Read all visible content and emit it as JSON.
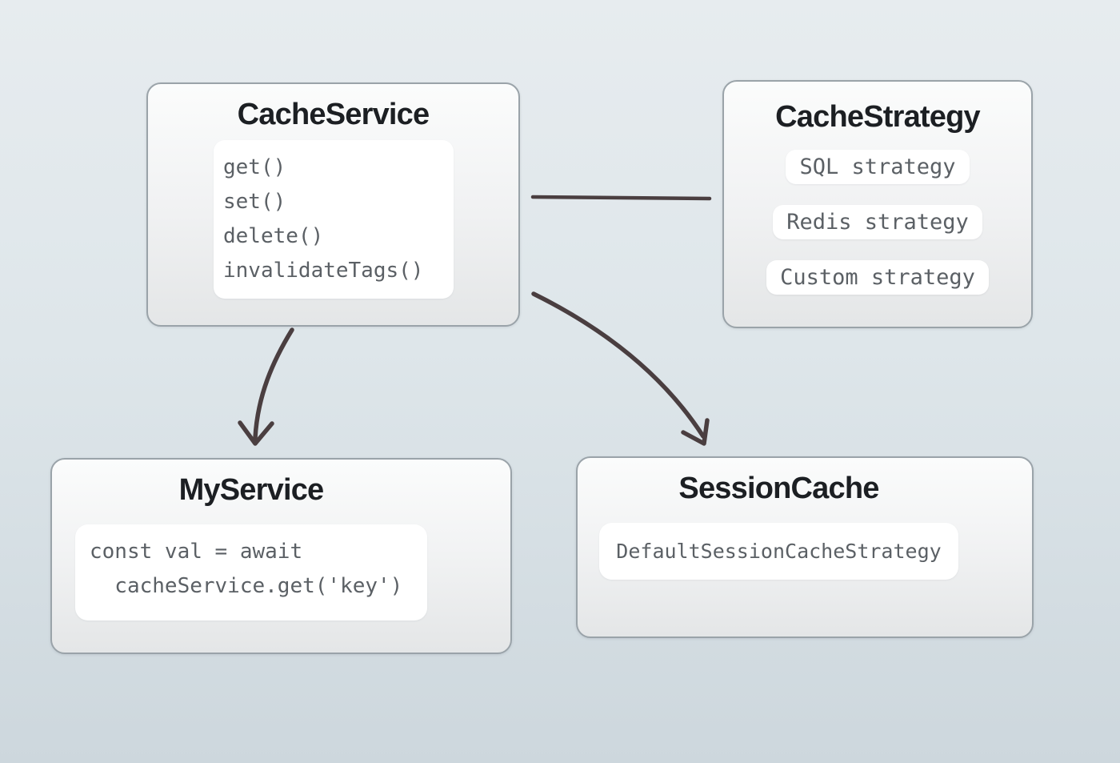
{
  "nodes": {
    "cache_service": {
      "title": "CacheService",
      "methods": [
        "get()",
        "set()",
        "delete()",
        "invalidateTags()"
      ]
    },
    "cache_strategy": {
      "title": "CacheStrategy",
      "strategies": [
        "SQL strategy",
        "Redis strategy",
        "Custom strategy"
      ]
    },
    "my_service": {
      "title": "MyService",
      "code_lines": [
        "const val = await",
        "  cacheService.get('key')"
      ]
    },
    "session_cache": {
      "title": "SessionCache",
      "strategy_label": "DefaultSessionCacheStrategy"
    }
  },
  "edges": [
    {
      "from": "CacheService",
      "to": "CacheStrategy",
      "shape": "straight-line",
      "arrowhead": false
    },
    {
      "from": "CacheService",
      "to": "MyService",
      "shape": "curved",
      "arrowhead": true
    },
    {
      "from": "CacheService",
      "to": "SessionCache",
      "shape": "curved",
      "arrowhead": true
    }
  ],
  "colors": {
    "background_top": "#e7ecef",
    "background_bottom": "#cdd7dd",
    "node_border": "#9aa3a9",
    "node_fill_top": "#fbfcfc",
    "node_fill_bottom": "#e4e6e7",
    "panel_fill": "#ffffff",
    "title_text": "#1c1f23",
    "code_text": "#5b6065",
    "arrow": "#4a3e40"
  }
}
